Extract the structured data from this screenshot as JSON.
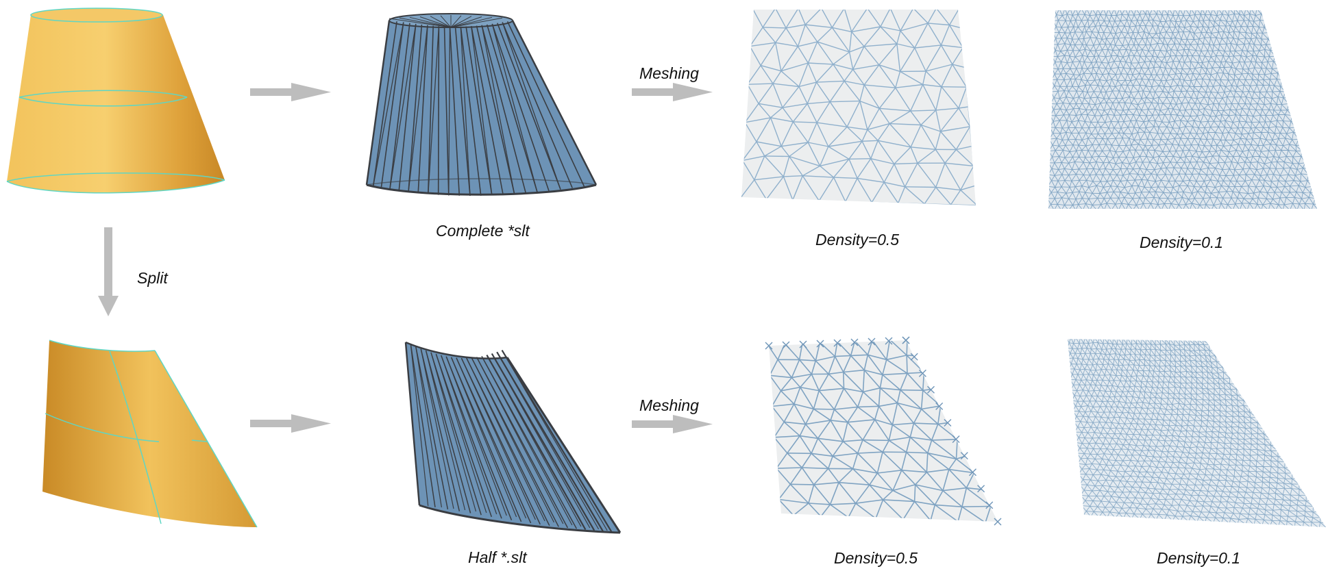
{
  "labels": {
    "meshing_top": "Meshing",
    "meshing_bottom": "Meshing",
    "split": "Split",
    "complete_stl": "Complete *slt",
    "half_stl": "Half *.slt",
    "density_top_05": "Density=0.5",
    "density_top_01": "Density=0.1",
    "density_bottom_05": "Density=0.5",
    "density_bottom_01": "Density=0.1"
  },
  "colors": {
    "cad_surface": "#e8a93a",
    "cad_edge": "#5fd6c4",
    "stl_fill": "#6d93b6",
    "stl_edge": "#3a3d42",
    "mesh_line": "#7fa3c2",
    "mesh_fill": "#e9ecee",
    "arrow": "#bdbdbd"
  },
  "mesh_density": {
    "coarse": 0.5,
    "fine": 0.1
  }
}
